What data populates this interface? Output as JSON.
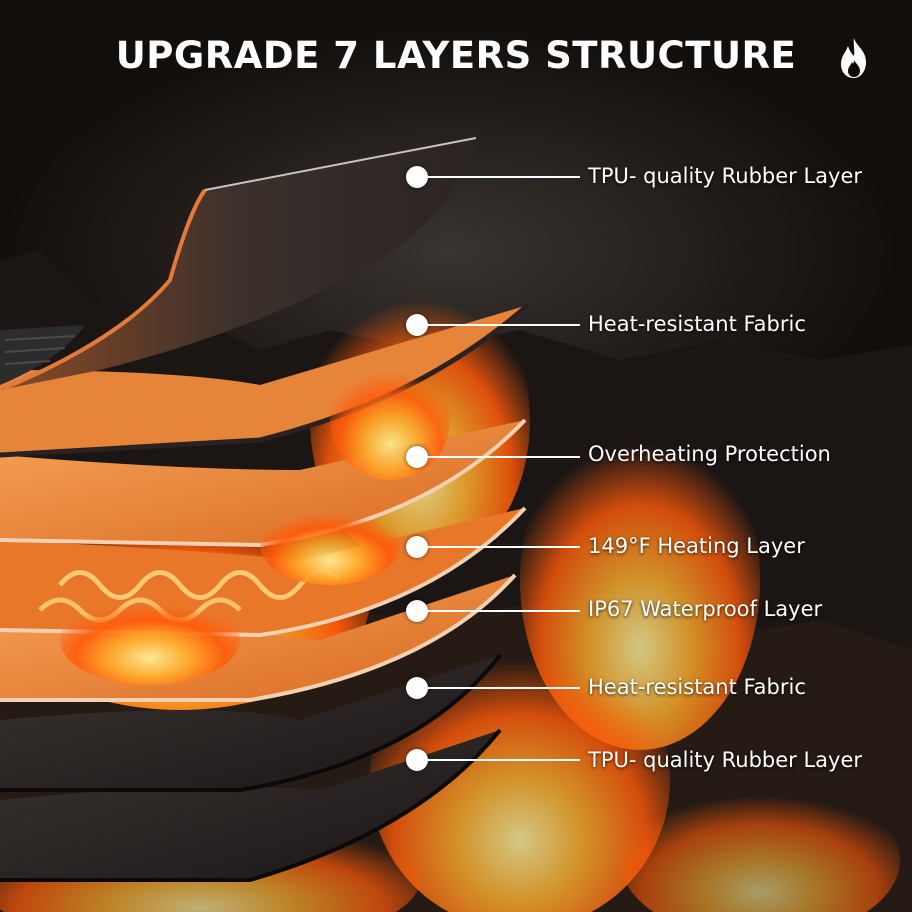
{
  "header": {
    "title": "UPGRADE 7 LAYERS STRUCTURE",
    "icon": "flame-icon"
  },
  "layers": [
    {
      "label": "TPU- quality Rubber Layer"
    },
    {
      "label": "Heat-resistant Fabric"
    },
    {
      "label": "Overheating Protection"
    },
    {
      "label": "149°F Heating Layer"
    },
    {
      "label": "IP67 Waterproof Layer"
    },
    {
      "label": "Heat-resistant Fabric"
    },
    {
      "label": "TPU- quality Rubber Layer"
    }
  ],
  "colors": {
    "background": "#0d0a08",
    "fire": "#ff8a1e",
    "layer_orange": "#f08a35",
    "layer_dark": "#2b2523",
    "text": "#ffffff"
  }
}
